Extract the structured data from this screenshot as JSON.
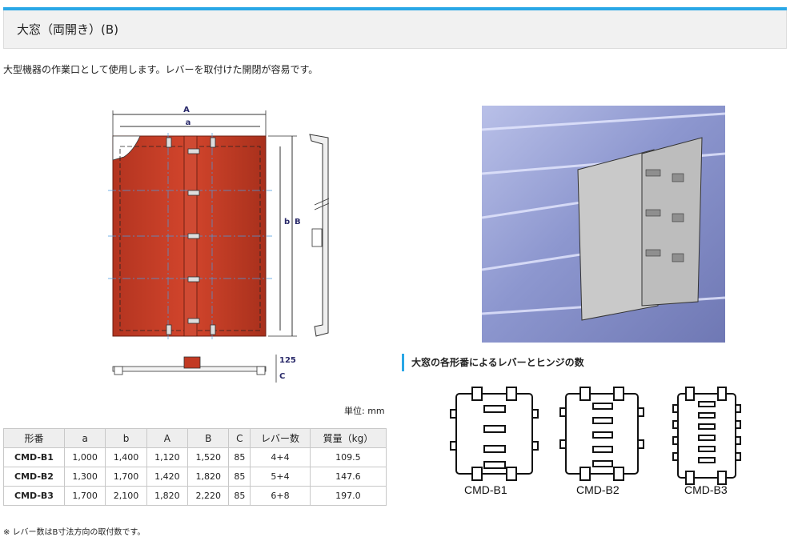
{
  "header": {
    "title": "大窓（両開き）(B)"
  },
  "description": "大型機器の作業口として使用します。レバーを取付けた開閉が容易です。",
  "drawing": {
    "dim_A": "A",
    "dim_a": "a",
    "dim_b": "b",
    "dim_B": "B",
    "dim_125": "125",
    "dim_C": "C"
  },
  "unit_label": "単位: mm",
  "spec_table": {
    "headers": [
      "形番",
      "a",
      "b",
      "A",
      "B",
      "C",
      "レバー数",
      "質量（kg）"
    ],
    "rows": [
      [
        "CMD-B1",
        "1,000",
        "1,400",
        "1,120",
        "1,520",
        "85",
        "4+4",
        "109.5"
      ],
      [
        "CMD-B2",
        "1,300",
        "1,700",
        "1,420",
        "1,820",
        "85",
        "5+4",
        "147.6"
      ],
      [
        "CMD-B3",
        "1,700",
        "2,100",
        "1,820",
        "2,220",
        "85",
        "6+8",
        "197.0"
      ]
    ]
  },
  "note": "※ レバー数はB寸法方向の取付数です。",
  "variants": {
    "heading": "大窓の各形番によるレバーとヒンジの数",
    "items": [
      "CMD-B1",
      "CMD-B2",
      "CMD-B3"
    ]
  },
  "colors": {
    "accent": "#2aa7e6",
    "panel": "#c0392b"
  }
}
